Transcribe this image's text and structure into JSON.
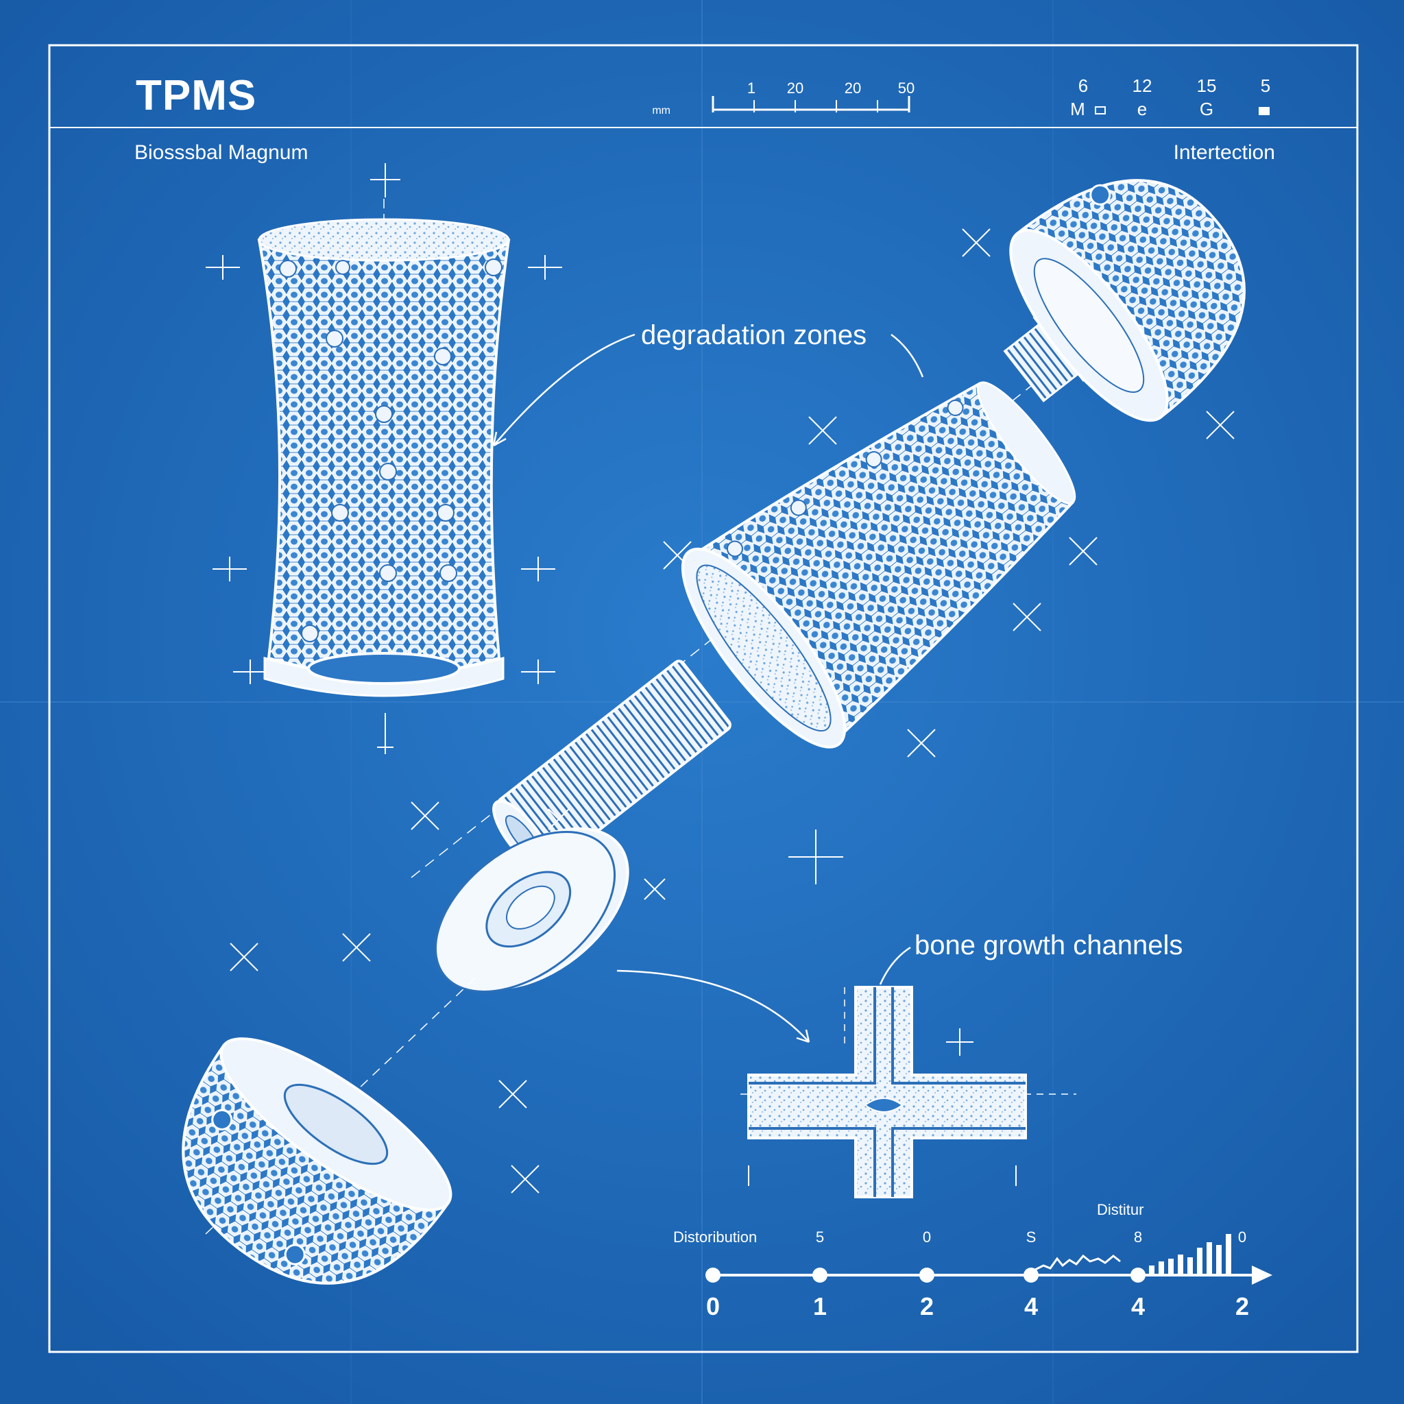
{
  "header": {
    "title": "TPMS",
    "subtitle": "Biosssbal Magnum",
    "right_label": "Intertection"
  },
  "scale_bar": {
    "ticks": [
      "1",
      "20",
      "20",
      "50"
    ],
    "unit_note": "mm"
  },
  "legend_codes": {
    "numbers": [
      "6",
      "12",
      "15",
      "5"
    ],
    "letters": [
      "M",
      "e",
      "G",
      ""
    ]
  },
  "annotations": {
    "degradation": "degradation zones",
    "bone_growth": "bone growth channels"
  },
  "timeline": {
    "left_label": "Distoribution",
    "right_label": "Distitur",
    "top_ticks": [
      "5",
      "0",
      "S",
      "8",
      "0"
    ],
    "axis_ticks": [
      "0",
      "1",
      "2",
      "4",
      "4",
      "2"
    ]
  },
  "colors": {
    "paper": "#1f6bbd",
    "line": "#ffffff",
    "fill": "#e9f2fb"
  }
}
